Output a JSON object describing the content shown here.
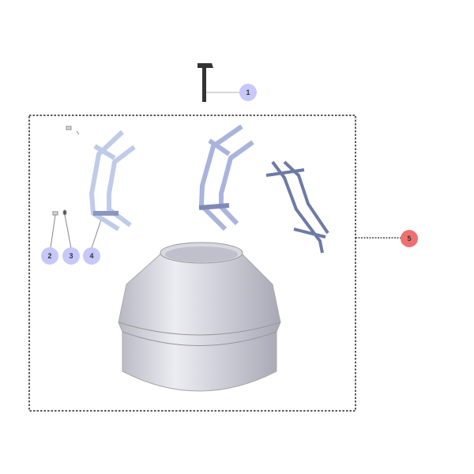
{
  "callouts": [
    {
      "label": "1",
      "color": "#c6c8fa"
    },
    {
      "label": "2",
      "color": "#c6c8fa"
    },
    {
      "label": "3",
      "color": "#c6c8fa"
    },
    {
      "label": "4",
      "color": "#c6c8fa"
    },
    {
      "label": "5",
      "color": "#f07070"
    }
  ]
}
